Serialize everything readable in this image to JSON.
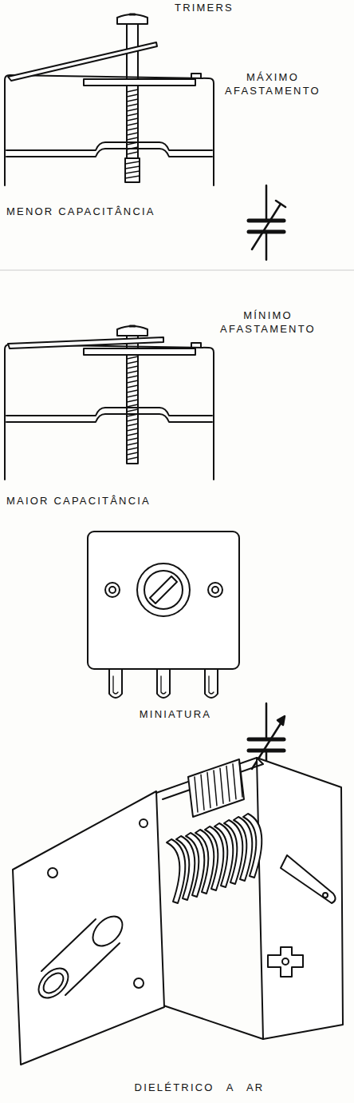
{
  "diagram": {
    "title": "TRIMERS",
    "labels": [
      "MÁXIMO AFASTAMENTO",
      "MENOR CAPACITÂNCIA",
      "MÍNIMO AFASTAMENTO",
      "MAIOR CAPACITÂNCIA",
      "MINIATURA",
      "DIELÉTRICO A AR"
    ]
  }
}
